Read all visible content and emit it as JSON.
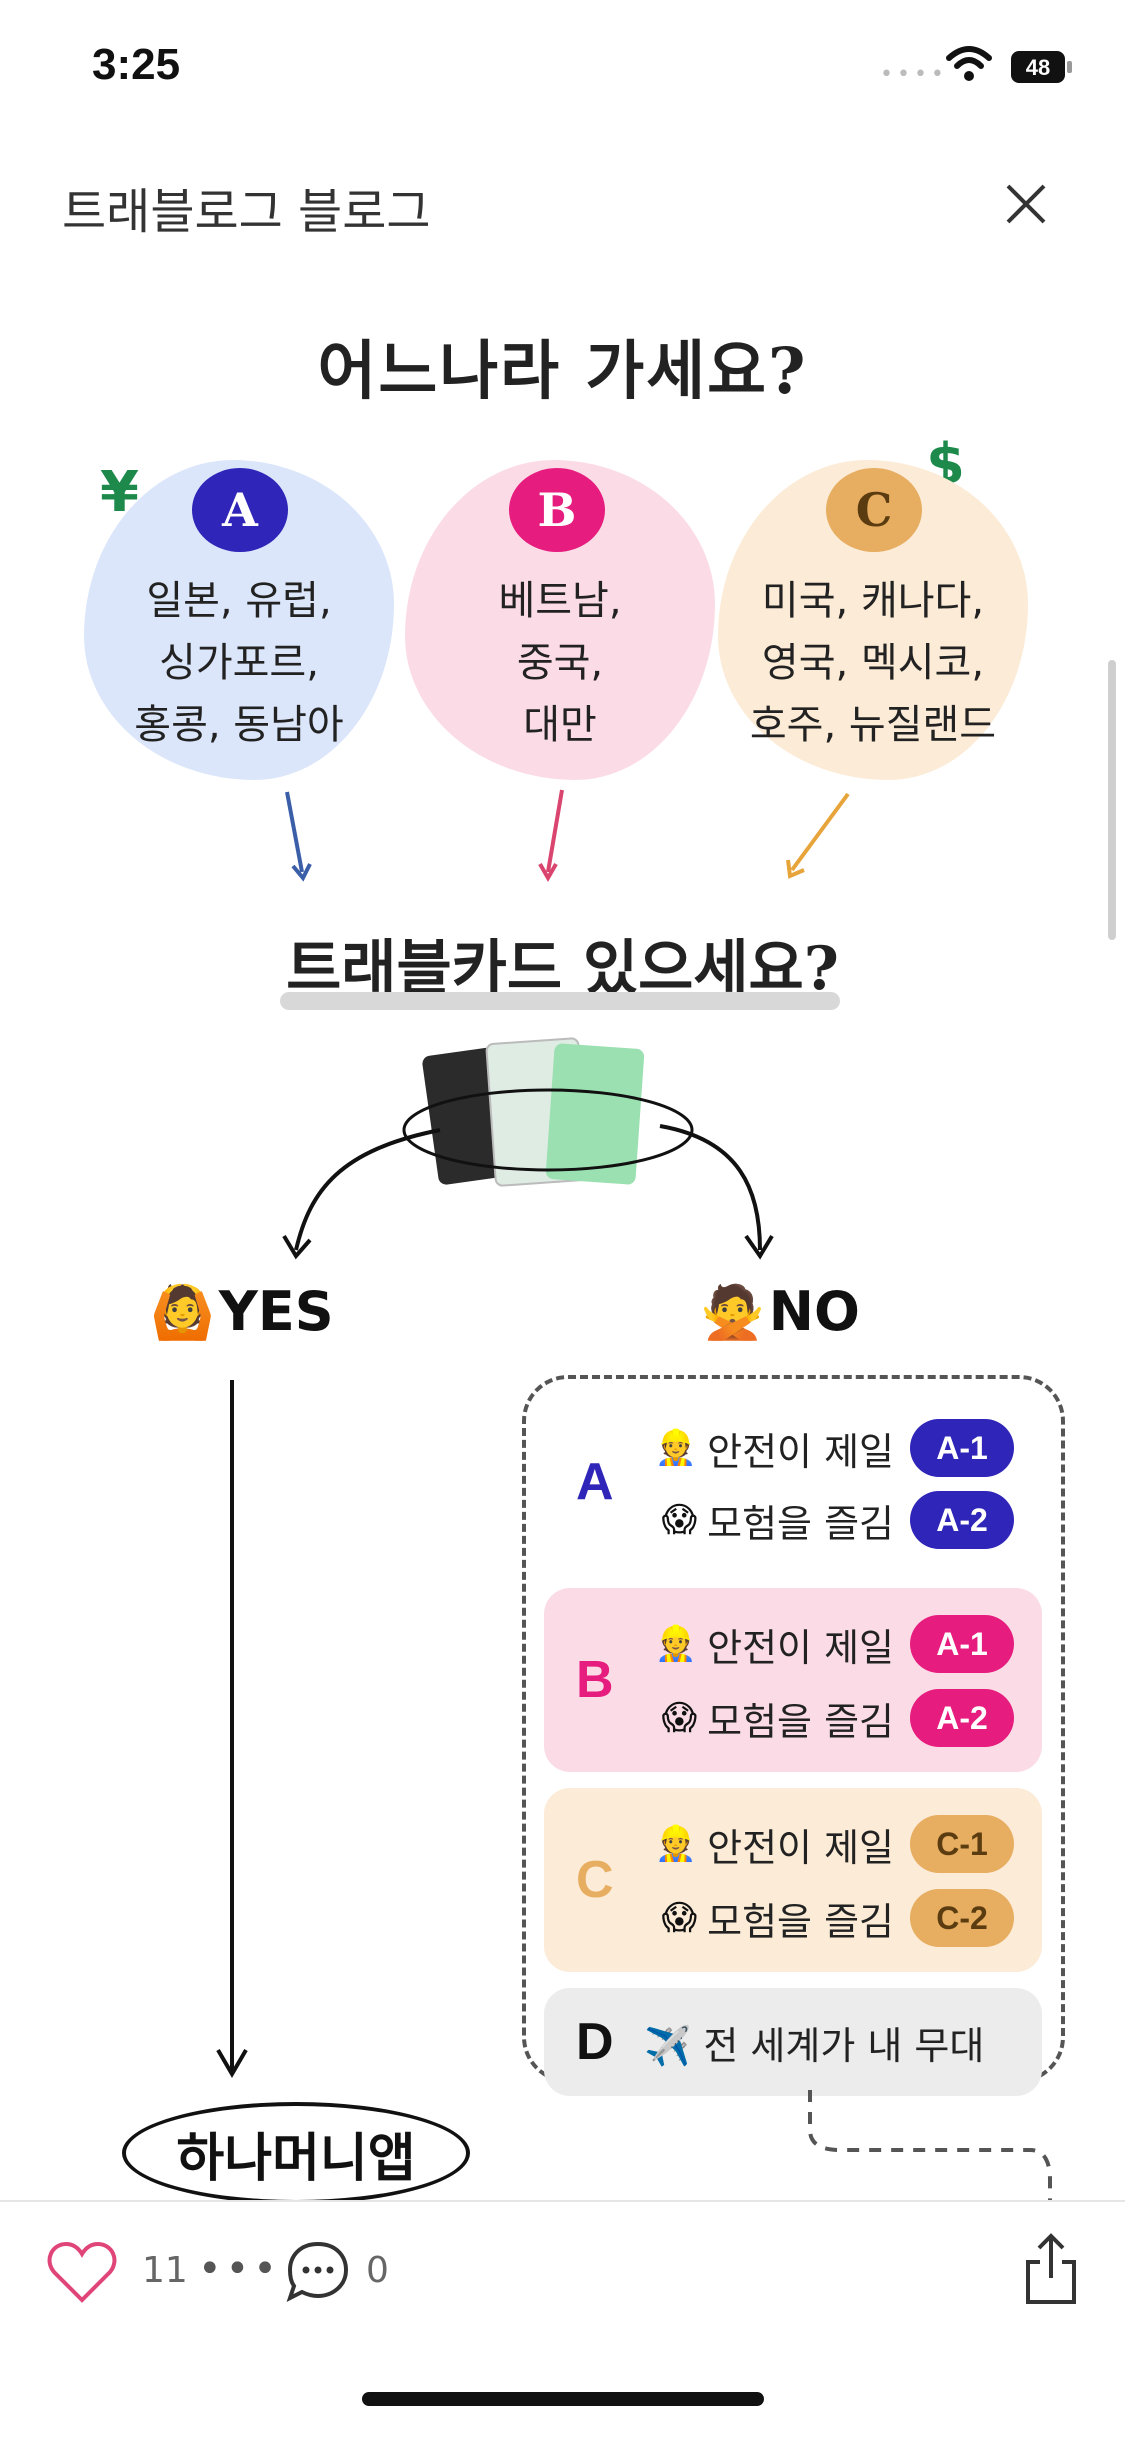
{
  "status_bar": {
    "time": "3:25",
    "battery": "48"
  },
  "header": {
    "title": "트래블로그 블로그"
  },
  "infographic": {
    "question_1": "어느나라 가세요?",
    "groups": [
      {
        "letter": "A",
        "lines": [
          "일본, 유럽,",
          "싱가포르,",
          "홍콩, 동남아"
        ],
        "color": "#2f25b8",
        "bg": "#dbe6fa"
      },
      {
        "letter": "B",
        "lines": [
          "베트남,",
          "중국,",
          "대만"
        ],
        "color": "#e61c7e",
        "bg": "#fbdce6"
      },
      {
        "letter": "C",
        "lines": [
          "미국, 캐나다,",
          "영국, 멕시코,",
          "호주, 뉴질랜드"
        ],
        "color": "#e7ad60",
        "bg": "#fcebd6"
      }
    ],
    "currency_yen": "¥",
    "currency_dollar": "$",
    "question_2": "트래블카드 있으세요?",
    "yes_label": "YES",
    "no_label": "NO",
    "yes_emoji": "🙆",
    "no_emoji": "🙅",
    "options": [
      {
        "letter": "A",
        "rows": [
          {
            "icon": "👷",
            "text": "안전이 제일",
            "code": "A-1"
          },
          {
            "icon": "😱",
            "text": "모험을 즐김",
            "code": "A-2"
          }
        ],
        "letter_color": "#2f25b8",
        "code_bg": "#2f25b8",
        "bg": "#dbe6fa"
      },
      {
        "letter": "B",
        "rows": [
          {
            "icon": "👷",
            "text": "안전이 제일",
            "code": "A-1"
          },
          {
            "icon": "😱",
            "text": "모험을 즐김",
            "code": "A-2"
          }
        ],
        "letter_color": "#e61c7e",
        "code_bg": "#e61c7e",
        "bg": "#fbdce6"
      },
      {
        "letter": "C",
        "rows": [
          {
            "icon": "👷",
            "text": "안전이 제일",
            "code": "C-1"
          },
          {
            "icon": "😱",
            "text": "모험을 즐김",
            "code": "C-2"
          }
        ],
        "letter_color": "#e7ad60",
        "code_bg": "#e7ad60",
        "bg": "#fcebd6"
      },
      {
        "letter": "D",
        "text": "✈️ 전 세계가 내 무대",
        "letter_color": "#111111",
        "bg": "#ececec"
      }
    ],
    "yes_result": "하나머니앱"
  },
  "footer": {
    "like_count": "11",
    "comment_count": "0"
  }
}
